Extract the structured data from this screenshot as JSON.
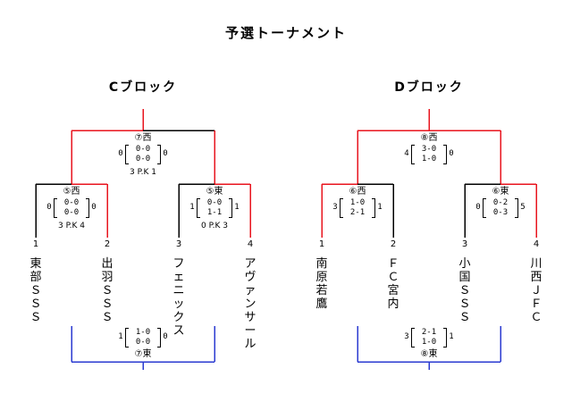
{
  "title": "予選トーナメント",
  "colors": {
    "winner": "#e8141e",
    "loser": "#000000",
    "third": "#2a3ad0"
  },
  "blocks": [
    {
      "name": "Cブロック",
      "seeds": [
        "1",
        "2",
        "3",
        "4"
      ],
      "teams": [
        "東部ＳＳＳ",
        "出羽ＳＳＳ",
        "フェニックス",
        "アヴァンサール"
      ],
      "matches": {
        "semi1": {
          "venue": "⑤西",
          "left": "0",
          "right": "0",
          "h1": "0-0",
          "h2": "0-0",
          "pk": "3 P.K 4"
        },
        "semi2": {
          "venue": "⑤東",
          "left": "1",
          "right": "1",
          "h1": "0-0",
          "h2": "1-1",
          "pk": "0 P.K 3"
        },
        "final": {
          "venue": "⑦西",
          "left": "0",
          "right": "0",
          "h1": "0-0",
          "h2": "0-0",
          "pk": "3 P.K 1"
        },
        "third": {
          "venue": "⑦東",
          "left": "1",
          "right": "0",
          "h1": "1-0",
          "h2": "0-0"
        }
      }
    },
    {
      "name": "Dブロック",
      "seeds": [
        "1",
        "2",
        "3",
        "4"
      ],
      "teams": [
        "南原若鷹",
        "ＦＣ宮内",
        "小国ＳＳＳ",
        "川西ＪＦＣ"
      ],
      "matches": {
        "semi1": {
          "venue": "⑥西",
          "left": "3",
          "right": "1",
          "h1": "1-0",
          "h2": "2-1",
          "pk": ""
        },
        "semi2": {
          "venue": "⑥東",
          "left": "0",
          "right": "5",
          "h1": "0-2",
          "h2": "0-3",
          "pk": ""
        },
        "final": {
          "venue": "⑧西",
          "left": "4",
          "right": "0",
          "h1": "3-0",
          "h2": "1-0",
          "pk": ""
        },
        "third": {
          "venue": "⑧東",
          "left": "3",
          "right": "1",
          "h1": "2-1",
          "h2": "1-0"
        }
      }
    }
  ]
}
